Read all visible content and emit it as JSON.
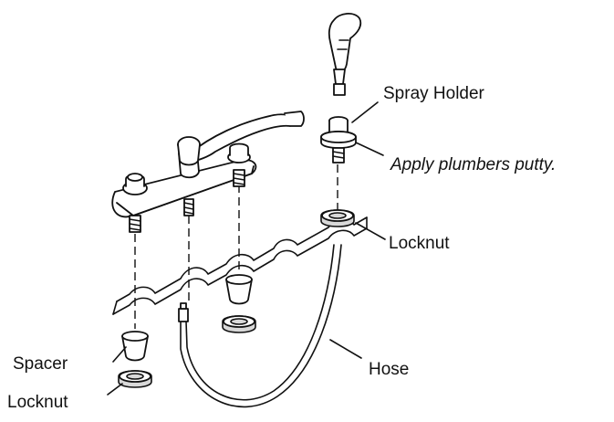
{
  "labels": {
    "spray_holder": "Spray Holder",
    "apply_putty": "Apply plumbers putty.",
    "locknut_right": "Locknut",
    "spacer": "Spacer",
    "locknut_left": "Locknut",
    "hose": "Hose"
  },
  "parts": [
    "spray-head",
    "spray-holder",
    "faucet-body",
    "faucet-spout",
    "faucet-handle",
    "sink-deck",
    "locknut",
    "spacer",
    "hose"
  ],
  "colors": {
    "ink": "#111111",
    "paper": "#ffffff",
    "shade": "#d9d9d9"
  }
}
